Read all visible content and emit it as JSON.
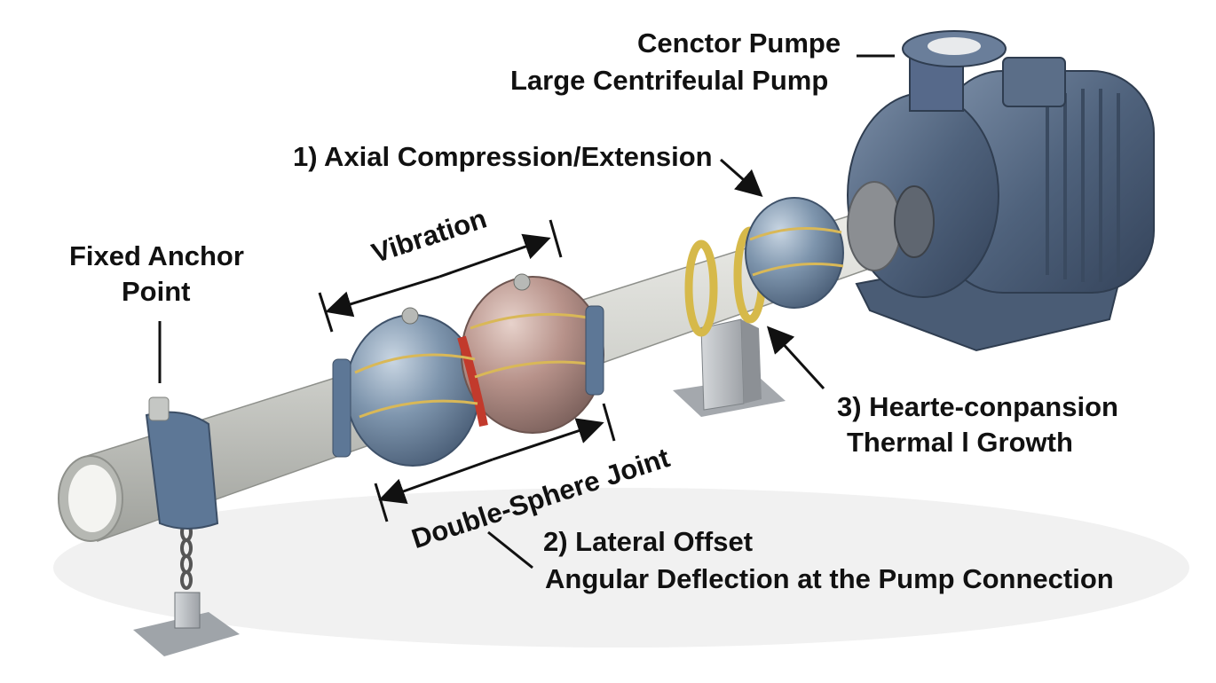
{
  "labels": {
    "pump_line1": "Cenctor Pumpe",
    "pump_line2": "Large Centrifeulal Pump",
    "axial": "1) Axial Compression/Extension",
    "vibration": "Vibration",
    "anchor_line1": "Fixed Anchor",
    "anchor_line2": "Point",
    "thermal_line1": "3) Hearte-conpansion",
    "thermal_line2": "Thermal l Growth",
    "joint": "Double-Sphere Joint",
    "lateral_line1": "2) Lateral Offset",
    "lateral_line2": "Angular Deflection at the Pump Connection"
  },
  "colors": {
    "pipe": "#d3d4cf",
    "pipe_shade": "#a9aba6",
    "sphere_blue": "#7e95ad",
    "sphere_copper": "#b7928a",
    "pump_body": "#4f627c",
    "clamp_yellow": "#d6b94a",
    "clamp_blue": "#5d7796",
    "support": "#b9bcc0"
  }
}
